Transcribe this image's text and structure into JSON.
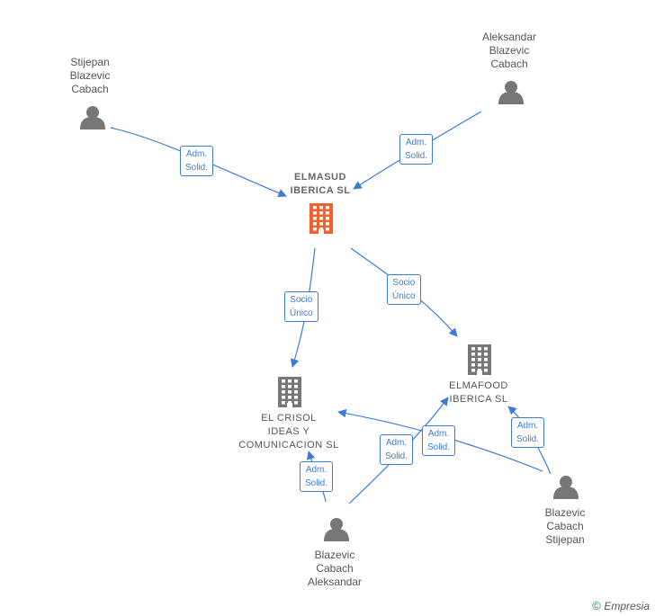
{
  "colors": {
    "edge": "#3d7bd9",
    "person": "#777777",
    "company": "#777777",
    "focus_company": "#f2622e"
  },
  "nodes": [
    {
      "id": "p1",
      "kind": "person",
      "label": "Stijepan\nBlazevic\nCabach"
    },
    {
      "id": "p2",
      "kind": "person",
      "label": "Aleksandar\nBlazevic\nCabach"
    },
    {
      "id": "c1",
      "kind": "company",
      "focus": true,
      "label": "ELMASUD\nIBERICA  SL"
    },
    {
      "id": "c2",
      "kind": "company",
      "label": "EL CRISOL\nIDEAS Y\nCOMUNICACION SL"
    },
    {
      "id": "c3",
      "kind": "company",
      "label": "ELMAFOOD\nIBERICA  SL"
    },
    {
      "id": "p3",
      "kind": "person",
      "label": "Blazevic\nCabach\nStijepan"
    },
    {
      "id": "p4",
      "kind": "person",
      "label": "Blazevic\nCabach\nAleksandar"
    }
  ],
  "edges": [
    {
      "id": "e1",
      "label": "Adm.\nSolid."
    },
    {
      "id": "e2",
      "label": "Adm.\nSolid."
    },
    {
      "id": "e3",
      "label": "Socio\nÚnico"
    },
    {
      "id": "e4",
      "label": "Socio\nÚnico"
    },
    {
      "id": "e5",
      "label": "Adm.\nSolid."
    },
    {
      "id": "e6",
      "label": "Adm.\nSolid."
    },
    {
      "id": "e7",
      "label": "Adm.\nSolid."
    },
    {
      "id": "e8",
      "label": "Adm.\nSolid."
    }
  ],
  "footer": {
    "copyright": "©",
    "brand": "Empresia"
  }
}
